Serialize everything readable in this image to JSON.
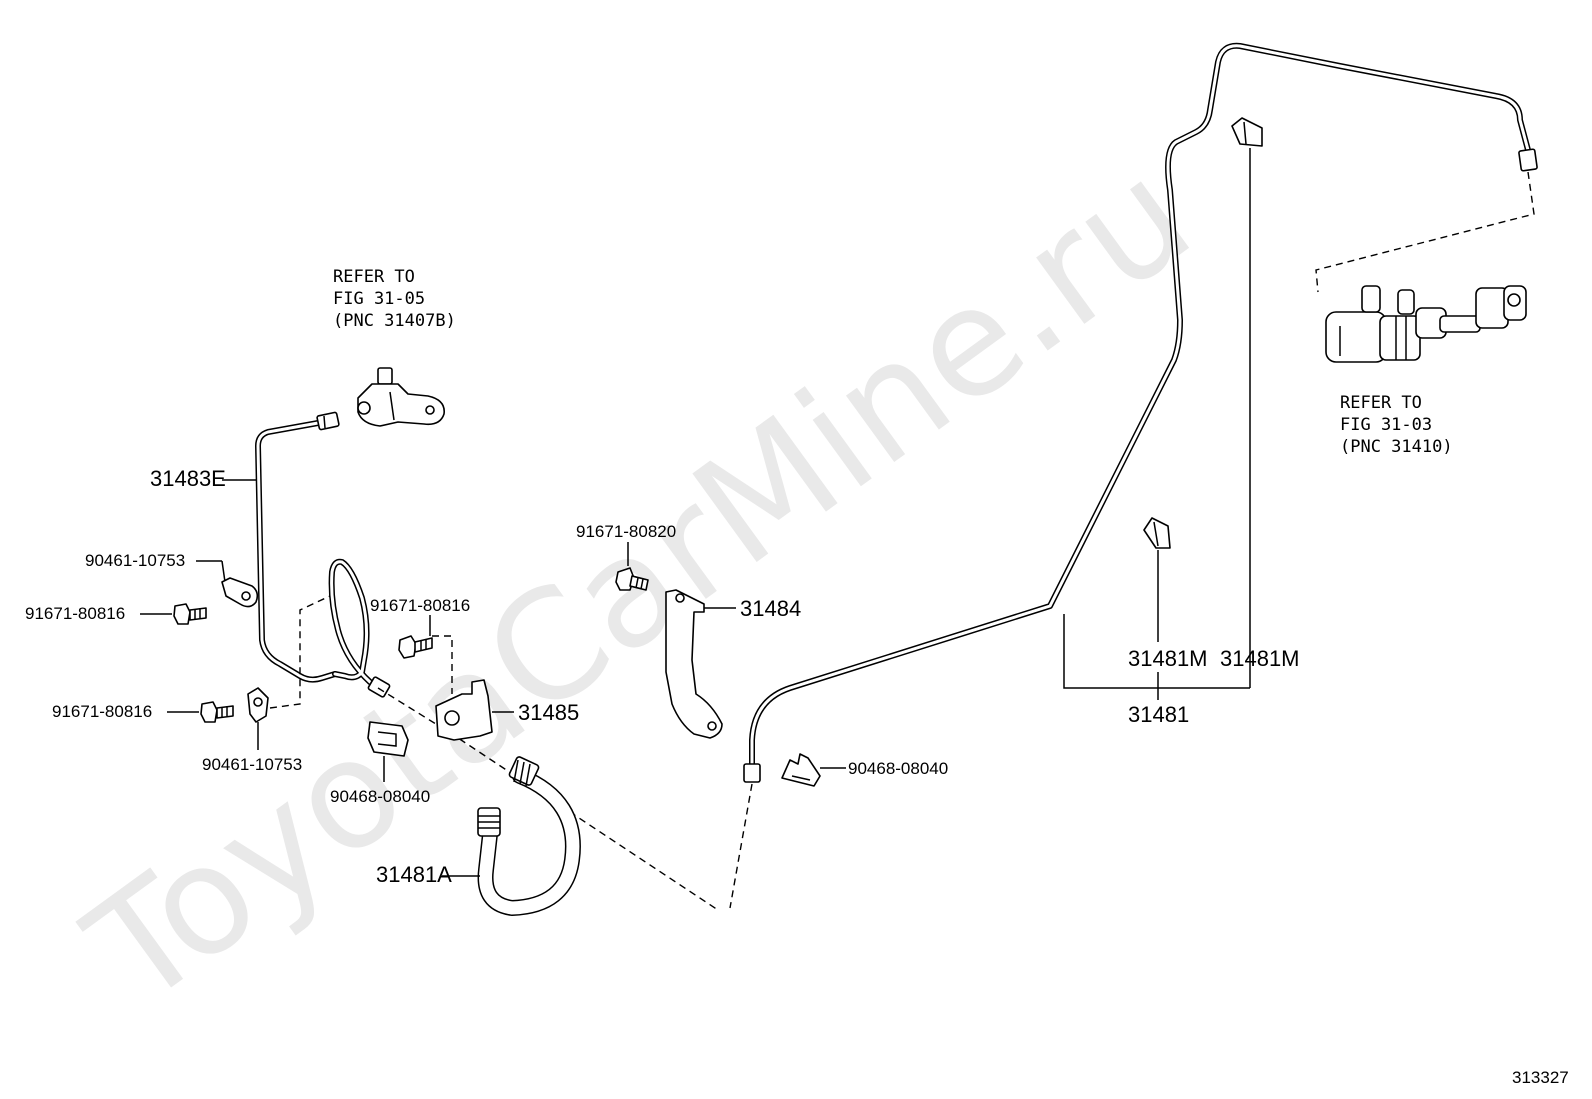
{
  "watermark": "ToyotaCarMine.ru",
  "figure_number": "313327",
  "refer_notes": [
    {
      "line1": "REFER TO",
      "line2": "FIG 31-05",
      "line3": "(PNC 31407B)"
    },
    {
      "line1": "REFER TO",
      "line2": "FIG 31-03",
      "line3": "(PNC 31410)"
    }
  ],
  "part_labels": {
    "p31483E": "31483E",
    "p90461_upper": "90461-10753",
    "p91671_left_upper": "91671-80816",
    "p91671_mid": "91671-80816",
    "p91671_left_lower": "91671-80816",
    "p90461_lower": "90461-10753",
    "p90468_left": "90468-08040",
    "p31485": "31485",
    "p31481A": "31481A",
    "p91671_80820": "91671-80820",
    "p31484": "31484",
    "p90468_right": "90468-08040",
    "p31481M_a": "31481M",
    "p31481M_b": "31481M",
    "p31481": "31481"
  }
}
